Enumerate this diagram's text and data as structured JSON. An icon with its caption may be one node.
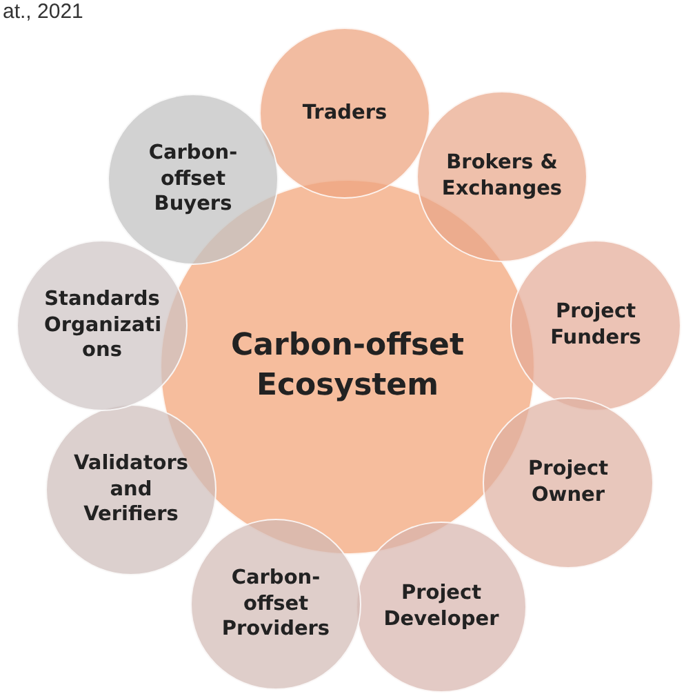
{
  "diagram": {
    "nodes": [
      {
        "text": [
          "Carbon-offset Ecosystem"
        ]
      },
      {
        "text": [
          "Traders"
        ]
      },
      {
        "text": [
          "Brokers & Exchanges"
        ]
      },
      {
        "text": [
          "Project Funders"
        ]
      },
      {
        "text": [
          "Project Owner"
        ]
      },
      {
        "text": [
          "Project Developer"
        ]
      },
      {
        "text": [
          "Carbon-offset Providers"
        ]
      },
      {
        "text": [
          "Validators and Verifiers"
        ]
      },
      {
        "text": [
          "Standards Organizati ons"
        ]
      },
      {
        "text": [
          "Carbon-offset Buyers"
        ]
      }
    ],
    "labels": [
      "at., 2021"
    ]
  }
}
